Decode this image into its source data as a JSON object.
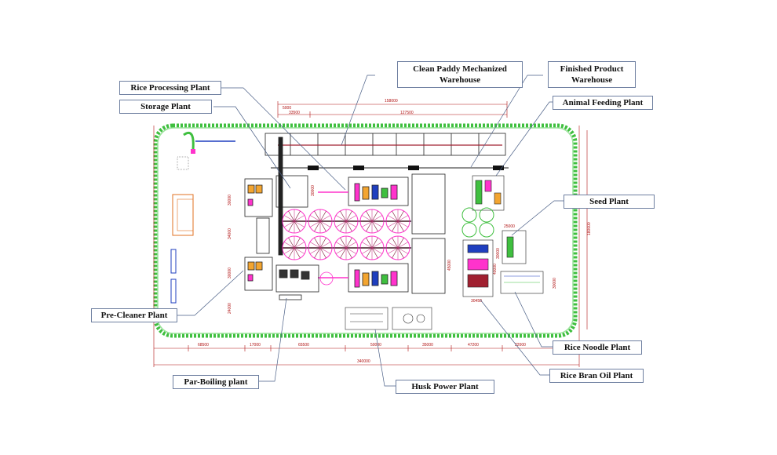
{
  "labels": {
    "clean_paddy_line1": "Clean Paddy Mechanized",
    "clean_paddy_line2": "Warehouse",
    "finished_line1": "Finished Product",
    "finished_line2": "Warehouse",
    "rice_processing": "Rice Processing Plant",
    "storage": "Storage Plant",
    "animal_feeding": "Animal Feeding Plant",
    "seed": "Seed Plant",
    "pre_cleaner": "Pre-Cleaner Plant",
    "rice_noodle": "Rice Noodle Plant",
    "rice_bran_oil": "Rice Bran Oil Plant",
    "par_boiling": "Par-Boiling plant",
    "husk_power": "Husk Power Plant"
  },
  "dimensions": {
    "top_total": "158000",
    "top_left_a": "5000",
    "top_left_b": "33500",
    "top_right": "127500",
    "bottom_total": "340000",
    "bottom_1": "68500",
    "bottom_2": "17000",
    "bottom_3": "65500",
    "bottom_4": "50000",
    "bottom_5": "35000",
    "bottom_6": "47200",
    "bottom_7": "22000",
    "right_total": "180000",
    "left_1": "30000",
    "left_2": "34000",
    "left_3": "30000",
    "left_4": "24000",
    "mid_1": "30000",
    "mid_2": "45000",
    "seed_w": "25000",
    "seed_h": "30000",
    "oil_w": "30450",
    "oil_h": "40000",
    "noodle_h": "30000"
  },
  "colors": {
    "hedge": "#3fbf3f",
    "callout_border": "#6e7fa0",
    "leader": "#4a5f86",
    "structure": "#222222",
    "dimension": "#b01010",
    "conveyor": "#ff33cc"
  }
}
